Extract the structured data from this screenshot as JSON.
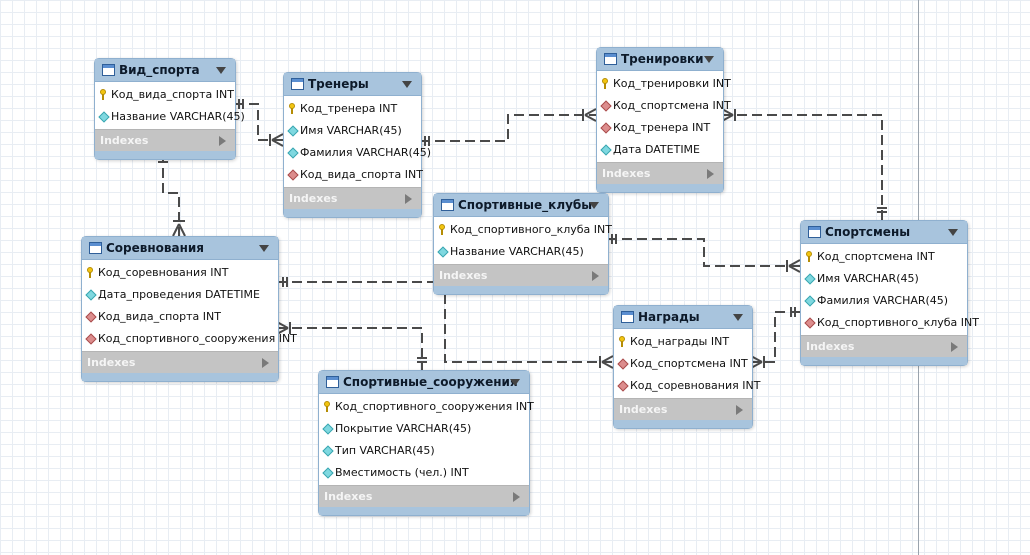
{
  "tables": [
    {
      "key": "vid_sporta",
      "name": "Вид_спорта",
      "indexes_label": "Indexes",
      "columns": [
        {
          "label": "Код_вида_спорта INT",
          "kind": "pk"
        },
        {
          "label": "Название VARCHAR(45)",
          "kind": "attr"
        }
      ]
    },
    {
      "key": "trenery",
      "name": "Тренеры",
      "indexes_label": "Indexes",
      "columns": [
        {
          "label": "Код_тренера INT",
          "kind": "pk"
        },
        {
          "label": "Имя VARCHAR(45)",
          "kind": "attr"
        },
        {
          "label": "Фамилия VARCHAR(45)",
          "kind": "attr"
        },
        {
          "label": "Код_вида_спорта INT",
          "kind": "fk"
        }
      ]
    },
    {
      "key": "trenirovki",
      "name": "Тренировки",
      "indexes_label": "Indexes",
      "columns": [
        {
          "label": "Код_тренировки INT",
          "kind": "pk"
        },
        {
          "label": "Код_спортсмена INT",
          "kind": "fk"
        },
        {
          "label": "Код_тренера INT",
          "kind": "fk"
        },
        {
          "label": "Дата DATETIME",
          "kind": "attr"
        }
      ]
    },
    {
      "key": "sportivnye_kluby",
      "name": "Спортивные_клубы",
      "indexes_label": "Indexes",
      "columns": [
        {
          "label": "Код_спортивного_клуба INT",
          "kind": "pk"
        },
        {
          "label": "Название VARCHAR(45)",
          "kind": "attr"
        }
      ]
    },
    {
      "key": "sportsmeny",
      "name": "Спортсмены",
      "indexes_label": "Indexes",
      "columns": [
        {
          "label": "Код_спортсмена INT",
          "kind": "pk"
        },
        {
          "label": "Имя VARCHAR(45)",
          "kind": "attr"
        },
        {
          "label": "Фамилия VARCHAR(45)",
          "kind": "attr"
        },
        {
          "label": "Код_спортивного_клуба INT",
          "kind": "fk"
        }
      ]
    },
    {
      "key": "sorevnovaniya",
      "name": "Соревнования",
      "indexes_label": "Indexes",
      "columns": [
        {
          "label": "Код_соревнования INT",
          "kind": "pk"
        },
        {
          "label": "Дата_проведения DATETIME",
          "kind": "attr"
        },
        {
          "label": "Код_вида_спорта INT",
          "kind": "fk"
        },
        {
          "label": "Код_спортивного_сооружения INT",
          "kind": "fk"
        }
      ]
    },
    {
      "key": "nagrady",
      "name": "Награды",
      "indexes_label": "Indexes",
      "columns": [
        {
          "label": "Код_награды INT",
          "kind": "pk"
        },
        {
          "label": "Код_спортсмена INT",
          "kind": "fk"
        },
        {
          "label": "Код_соревнования INT",
          "kind": "fk"
        }
      ]
    },
    {
      "key": "sportivnye_sooruzheniya",
      "name": "Спортивные_сооружения",
      "indexes_label": "Indexes",
      "columns": [
        {
          "label": "Код_спортивного_сооружения INT",
          "kind": "pk"
        },
        {
          "label": "Покрытие VARCHAR(45)",
          "kind": "attr"
        },
        {
          "label": "Тип VARCHAR(45)",
          "kind": "attr"
        },
        {
          "label": "Вместимость (чел.) INT",
          "kind": "attr"
        }
      ]
    }
  ],
  "relationships": [
    {
      "from": "vid_sporta",
      "to": "trenery",
      "from_end": "one",
      "to_end": "many"
    },
    {
      "from": "vid_sporta",
      "to": "sorevnovaniya",
      "from_end": "one",
      "to_end": "many"
    },
    {
      "from": "trenery",
      "to": "trenirovki",
      "from_end": "one",
      "to_end": "many"
    },
    {
      "from": "sportsmeny",
      "to": "trenirovki",
      "from_end": "one",
      "to_end": "many"
    },
    {
      "from": "sportivnye_kluby",
      "to": "sportsmeny",
      "from_end": "one",
      "to_end": "many"
    },
    {
      "from": "sportsmeny",
      "to": "nagrady",
      "from_end": "one",
      "to_end": "many"
    },
    {
      "from": "sorevnovaniya",
      "to": "nagrady",
      "from_end": "one",
      "to_end": "many"
    },
    {
      "from": "sportivnye_sooruzheniya",
      "to": "sorevnovaniya",
      "from_end": "one",
      "to_end": "many"
    }
  ],
  "icons": {
    "primary_key": "key-icon",
    "attribute": "diamond-icon",
    "foreign_key": "fk-diamond-icon",
    "table": "table-icon"
  },
  "colors": {
    "header": "#a8c4dd",
    "indexes_bar": "#c4c4c4",
    "pk_key": "#f2c511",
    "attribute": "#7fd8e0",
    "foreign_key": "#dc8d8d"
  }
}
